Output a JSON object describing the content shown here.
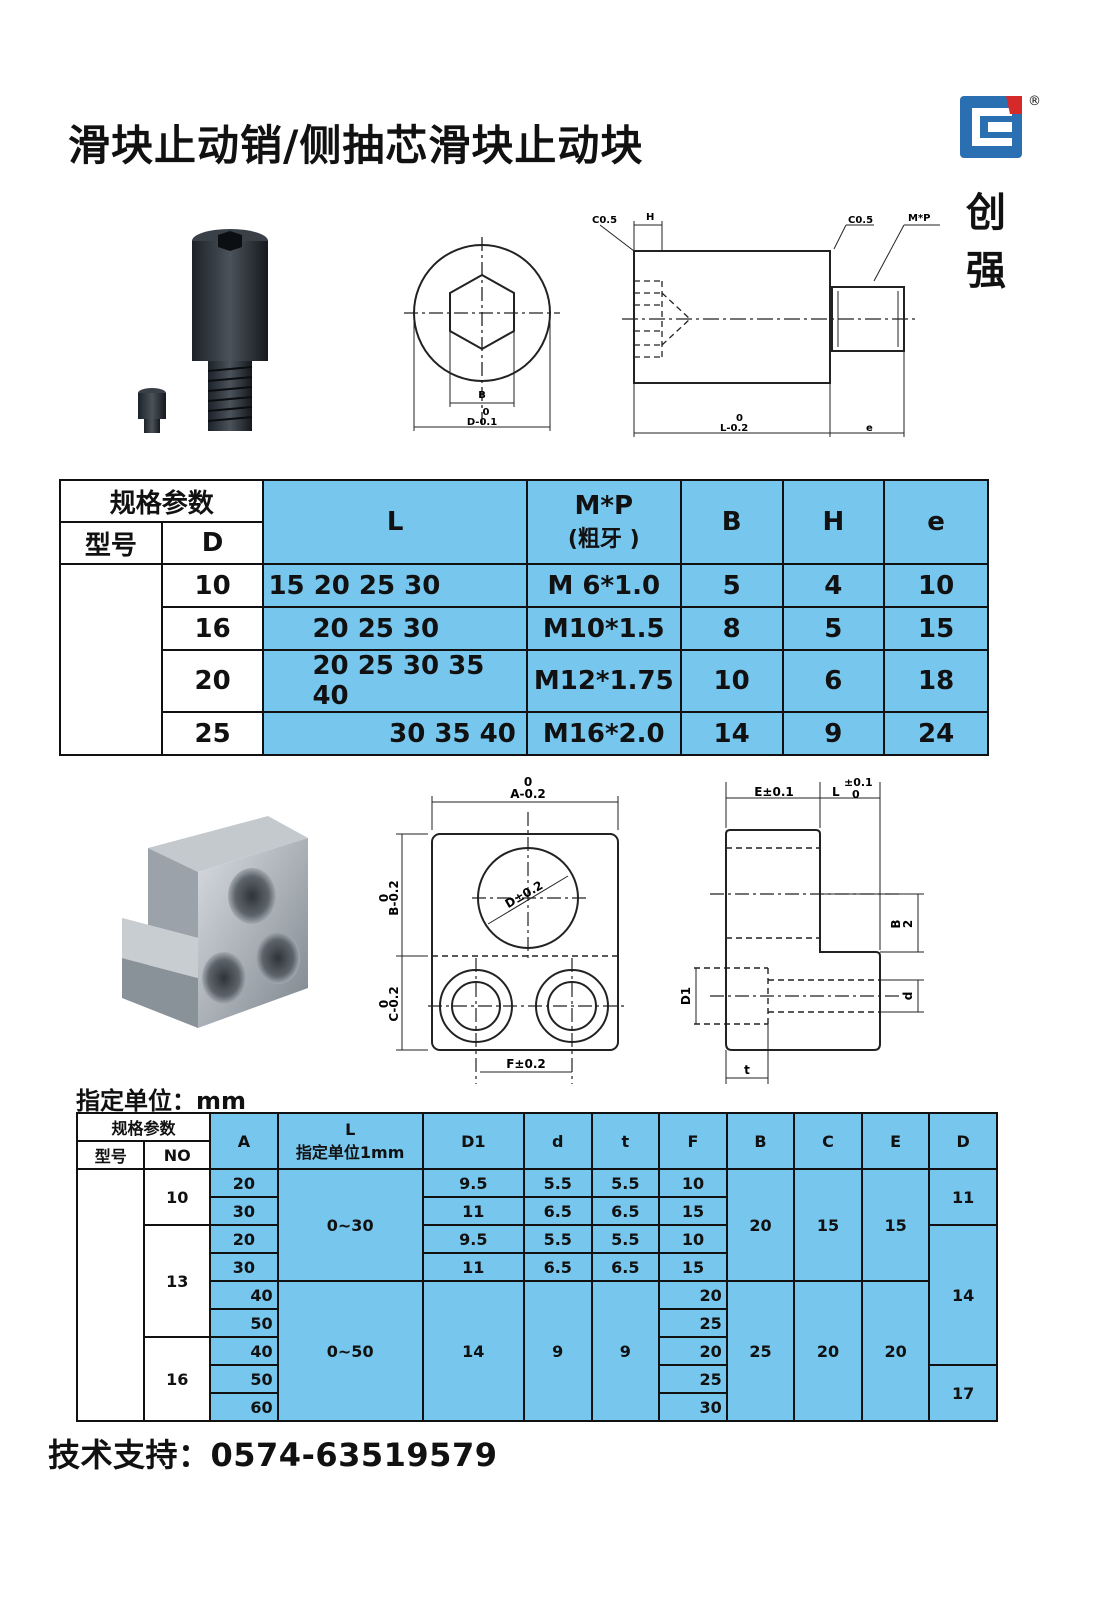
{
  "title": "滑块止动销/侧抽芯滑块止动块",
  "brand": {
    "logo_icon": "cq-logo-icon",
    "registered": "®",
    "name_top": "创",
    "name_bottom": "强"
  },
  "drawing1": {
    "front_labels": {
      "b": "B",
      "d_tol": "0",
      "d": "D-0.1"
    },
    "side_labels": {
      "c05_left": "C0.5",
      "h": "H",
      "c05_right": "C0.5",
      "mp": "M*P",
      "l_tol": "0",
      "l": "L-0.2",
      "e": "e"
    }
  },
  "table1": {
    "header": {
      "spec": "规格参数",
      "model": "型号",
      "d": "D",
      "l": "L",
      "mp_top": "M*P",
      "mp_bottom": "(粗牙 )",
      "b": "B",
      "h": "H",
      "e": "e"
    },
    "rows": [
      {
        "d": "10",
        "l": "15 20 25 30",
        "mp": "M 6*1.0",
        "b": "5",
        "h": "4",
        "e": "10"
      },
      {
        "d": "16",
        "l": "20 25 30",
        "mp": "M10*1.5",
        "b": "8",
        "h": "5",
        "e": "15"
      },
      {
        "d": "20",
        "l": "20 25 30 35 40",
        "mp": "M12*1.75",
        "b": "10",
        "h": "6",
        "e": "18"
      },
      {
        "d": "25",
        "l": "30 35 40",
        "mp": "M16*2.0",
        "b": "14",
        "h": "9",
        "e": "24"
      }
    ]
  },
  "drawing2": {
    "front_labels": {
      "a_tol": "0",
      "a": "A-0.2",
      "b_tol": "0",
      "b": "B-0.2",
      "c_tol": "0",
      "c": "C-0.2",
      "d": "D±0.2",
      "f": "F±0.2"
    },
    "side_labels": {
      "e": "E±0.1",
      "l": "L",
      "l_tol_top": "±0.1",
      "l_tol_bottom": "0",
      "b_half_top": "B",
      "b_half_bottom": "2",
      "d1": "D1",
      "d": "d",
      "t": "t"
    }
  },
  "unit_note": "指定单位：mm",
  "table2": {
    "header": {
      "spec": "规格参数",
      "model": "型号",
      "no": "NO",
      "a": "A",
      "l_top": "L",
      "l_bottom": "指定单位1mm",
      "d1": "D1",
      "d": "d",
      "t": "t",
      "f": "F",
      "b": "B",
      "c": "C",
      "e": "E",
      "dd": "D"
    },
    "no_values": [
      "10",
      "13",
      "16"
    ],
    "a_values": [
      "20",
      "30",
      "20",
      "30",
      "40",
      "50",
      "40",
      "50",
      "60"
    ],
    "l_values": [
      "0~30",
      "0~50"
    ],
    "d1_values": [
      "9.5",
      "11",
      "9.5",
      "11",
      "14"
    ],
    "d_values": [
      "5.5",
      "6.5",
      "5.5",
      "6.5",
      "9"
    ],
    "t_values": [
      "5.5",
      "6.5",
      "5.5",
      "6.5",
      "9"
    ],
    "f_values": [
      "10",
      "15",
      "10",
      "15",
      "20",
      "25",
      "20",
      "25",
      "30"
    ],
    "b_values": [
      "20",
      "25"
    ],
    "c_values": [
      "15",
      "20"
    ],
    "e_values": [
      "15",
      "20"
    ],
    "dd_values": [
      "11",
      "14",
      "17"
    ]
  },
  "support": "技术支持：0574-63519579",
  "colors": {
    "table_blue": "#77c6ee",
    "logo_blue": "#2b6fb3",
    "logo_red": "#d62a2a"
  }
}
